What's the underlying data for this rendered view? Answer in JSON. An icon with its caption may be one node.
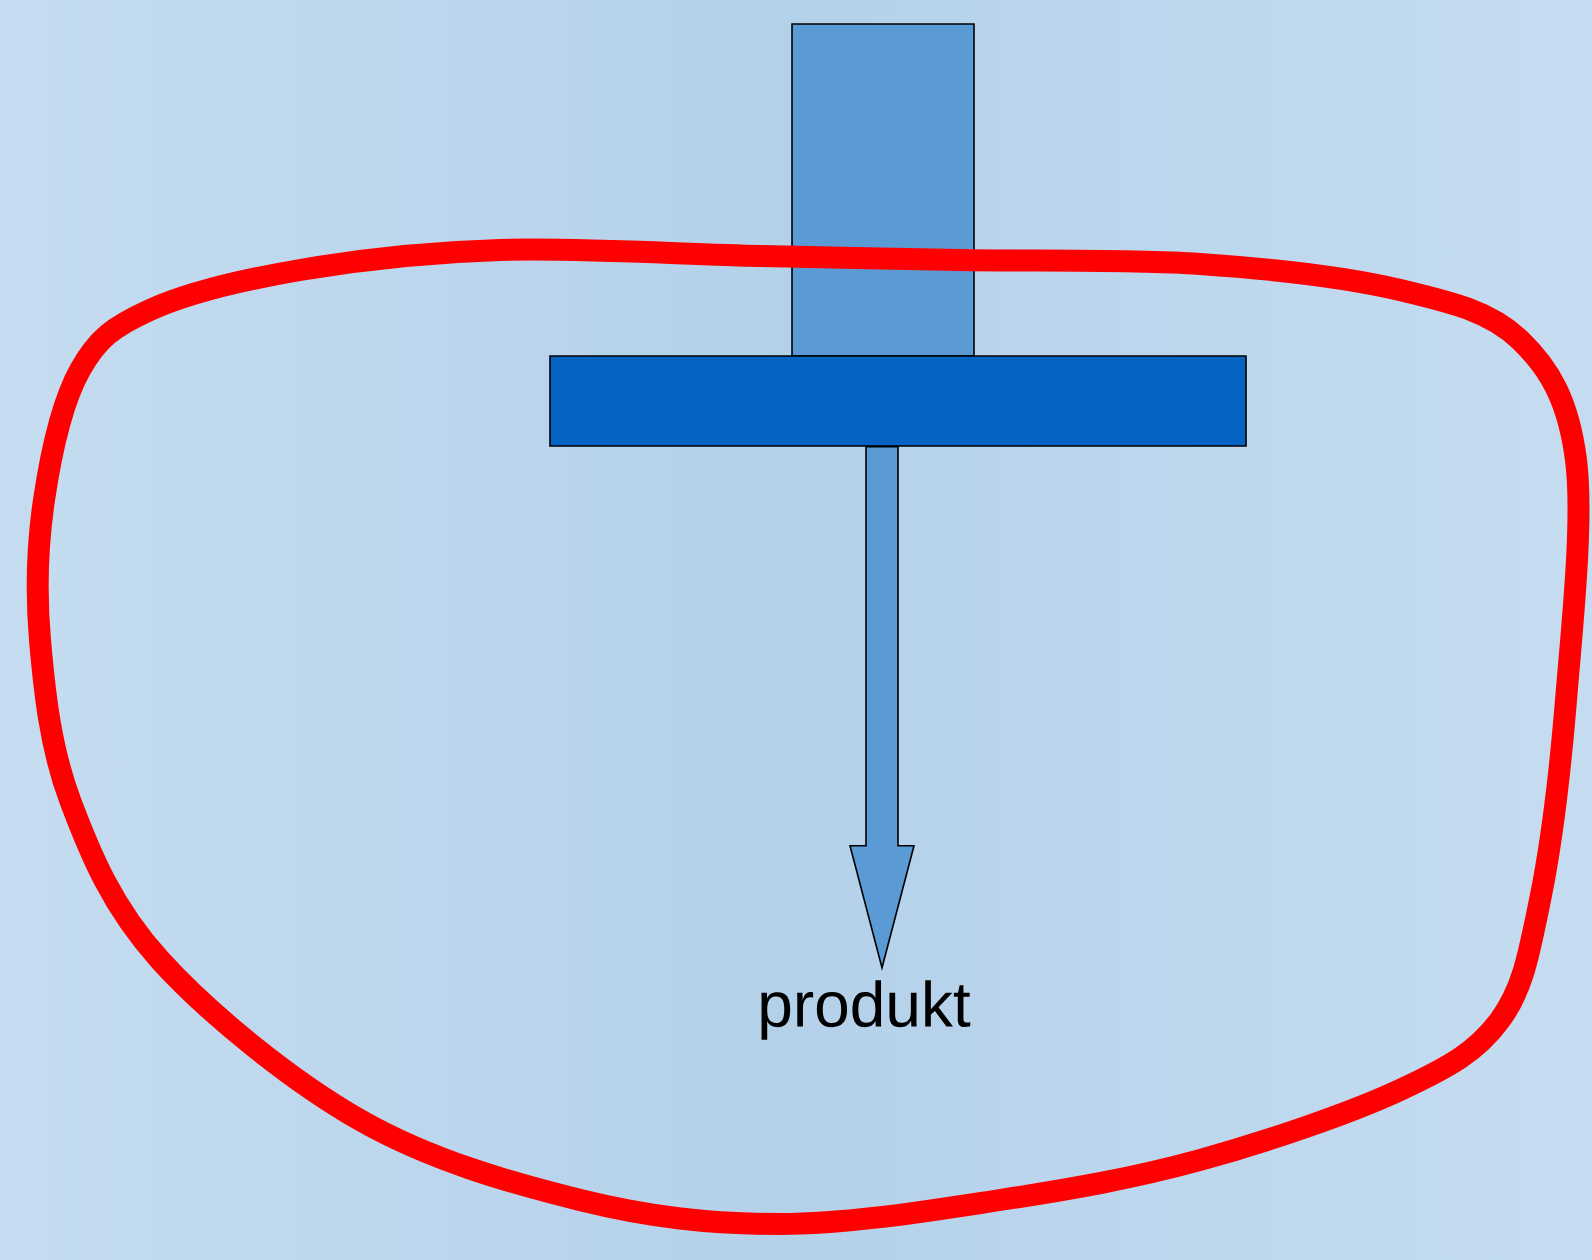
{
  "diagram": {
    "nodes": [
      {
        "text": [],
        "shape": "bar"
      },
      {
        "text": [],
        "shape": "bar"
      },
      {
        "text": [
          "produkt"
        ]
      }
    ],
    "edges": [
      {
        "from": 1,
        "to": 2,
        "arrow": "to"
      }
    ]
  }
}
